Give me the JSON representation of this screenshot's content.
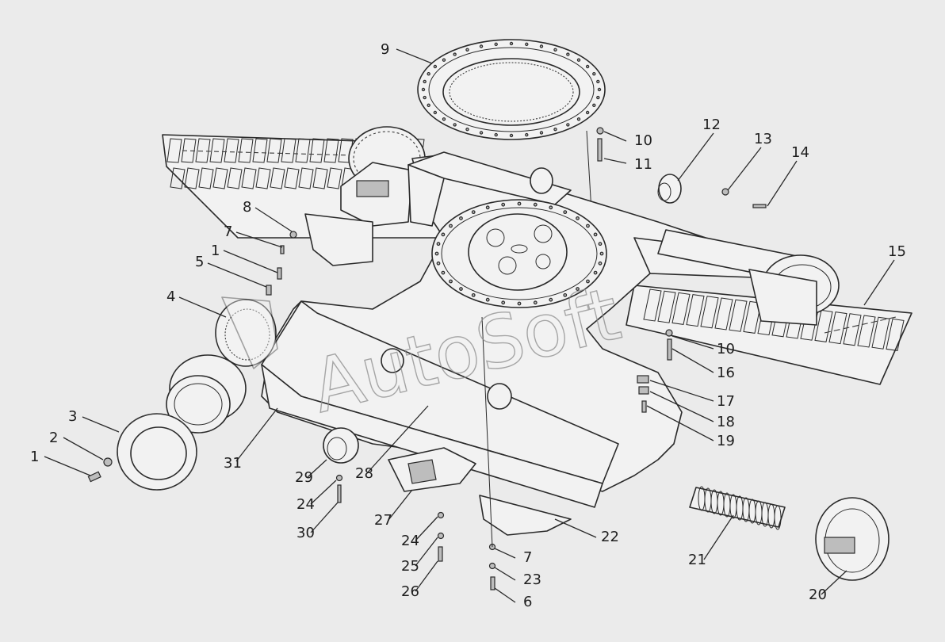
{
  "watermark": "AutoSoft",
  "callouts": [
    "1",
    "2",
    "3",
    "4",
    "5",
    "6",
    "7",
    "8",
    "9",
    "10",
    "11",
    "12",
    "13",
    "14",
    "15",
    "16",
    "17",
    "18",
    "19",
    "20",
    "21",
    "22",
    "23",
    "24",
    "25",
    "26",
    "27",
    "28",
    "29",
    "30",
    "31"
  ],
  "colors": {
    "background": "#ebebeb",
    "ink": "#2a2a2a",
    "watermark": "#8c8c8c"
  }
}
